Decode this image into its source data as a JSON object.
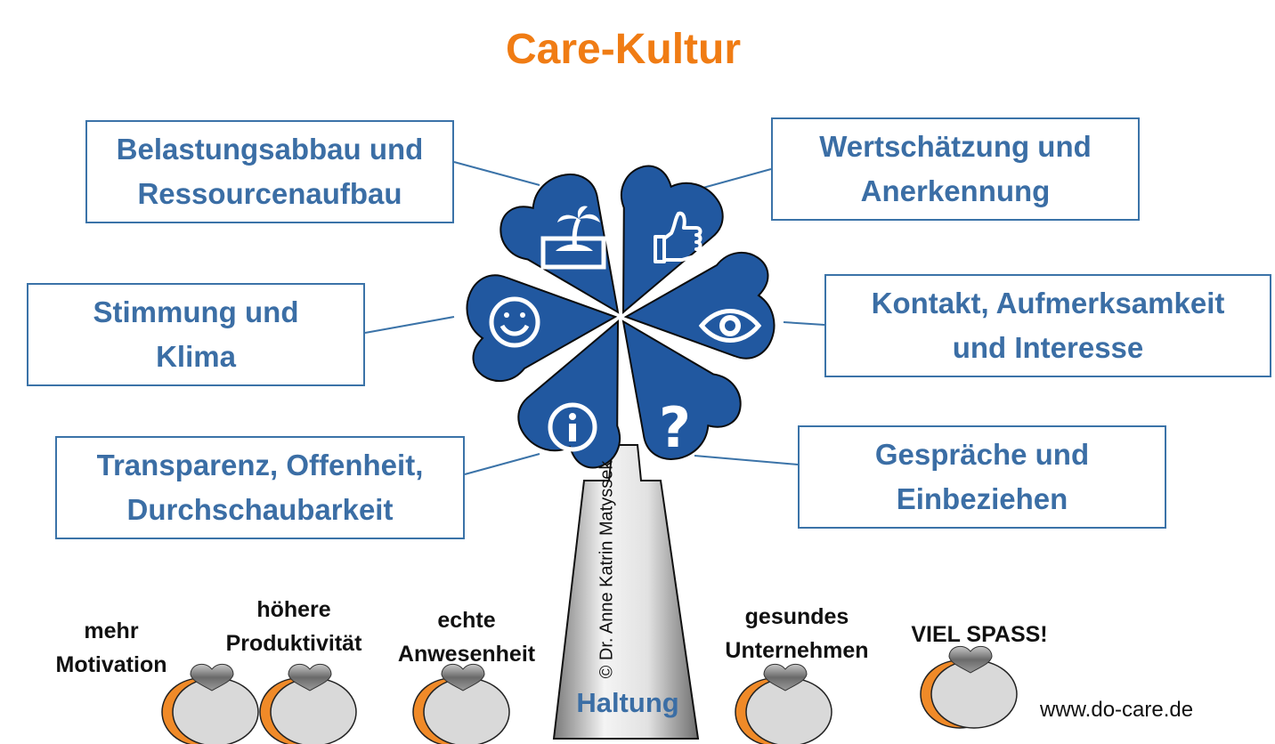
{
  "title": "Care-Kultur",
  "boxes": {
    "top_left": [
      "Belastungsabbau und",
      "Ressourcenaufbau"
    ],
    "mid_left": [
      "Stimmung und",
      "Klima"
    ],
    "bottom_left": [
      "Transparenz, Offenheit,",
      "Durchschaubarkeit"
    ],
    "top_right": [
      "Wertschätzung und",
      "Anerkennung"
    ],
    "mid_right": [
      "Kontakt, Aufmerksamkeit",
      "und Interesse"
    ],
    "bottom_right": [
      "Gespräche und",
      "Einbeziehen"
    ]
  },
  "trunk": {
    "label": "Haltung",
    "copyright": "© Dr. Anne Katrin Matyssek"
  },
  "benefits": {
    "b1": [
      "mehr",
      "Motivation"
    ],
    "b2": [
      "höhere",
      "Produktivität"
    ],
    "b3": [
      "echte",
      "Anwesenheit"
    ],
    "b4": [
      "gesundes",
      "Unternehmen"
    ],
    "b5": [
      "VIEL SPASS!"
    ]
  },
  "website": "www.do-care.de",
  "petal_icons": [
    "island-icon",
    "thumbs-up-icon",
    "smiley-icon",
    "eye-icon",
    "info-icon",
    "question-icon"
  ],
  "colors": {
    "title": "#f07c14",
    "box_text": "#3b6ea5",
    "box_border": "#3b73a8",
    "petal": "#2158a0",
    "fruit_accent": "#f08a28"
  }
}
